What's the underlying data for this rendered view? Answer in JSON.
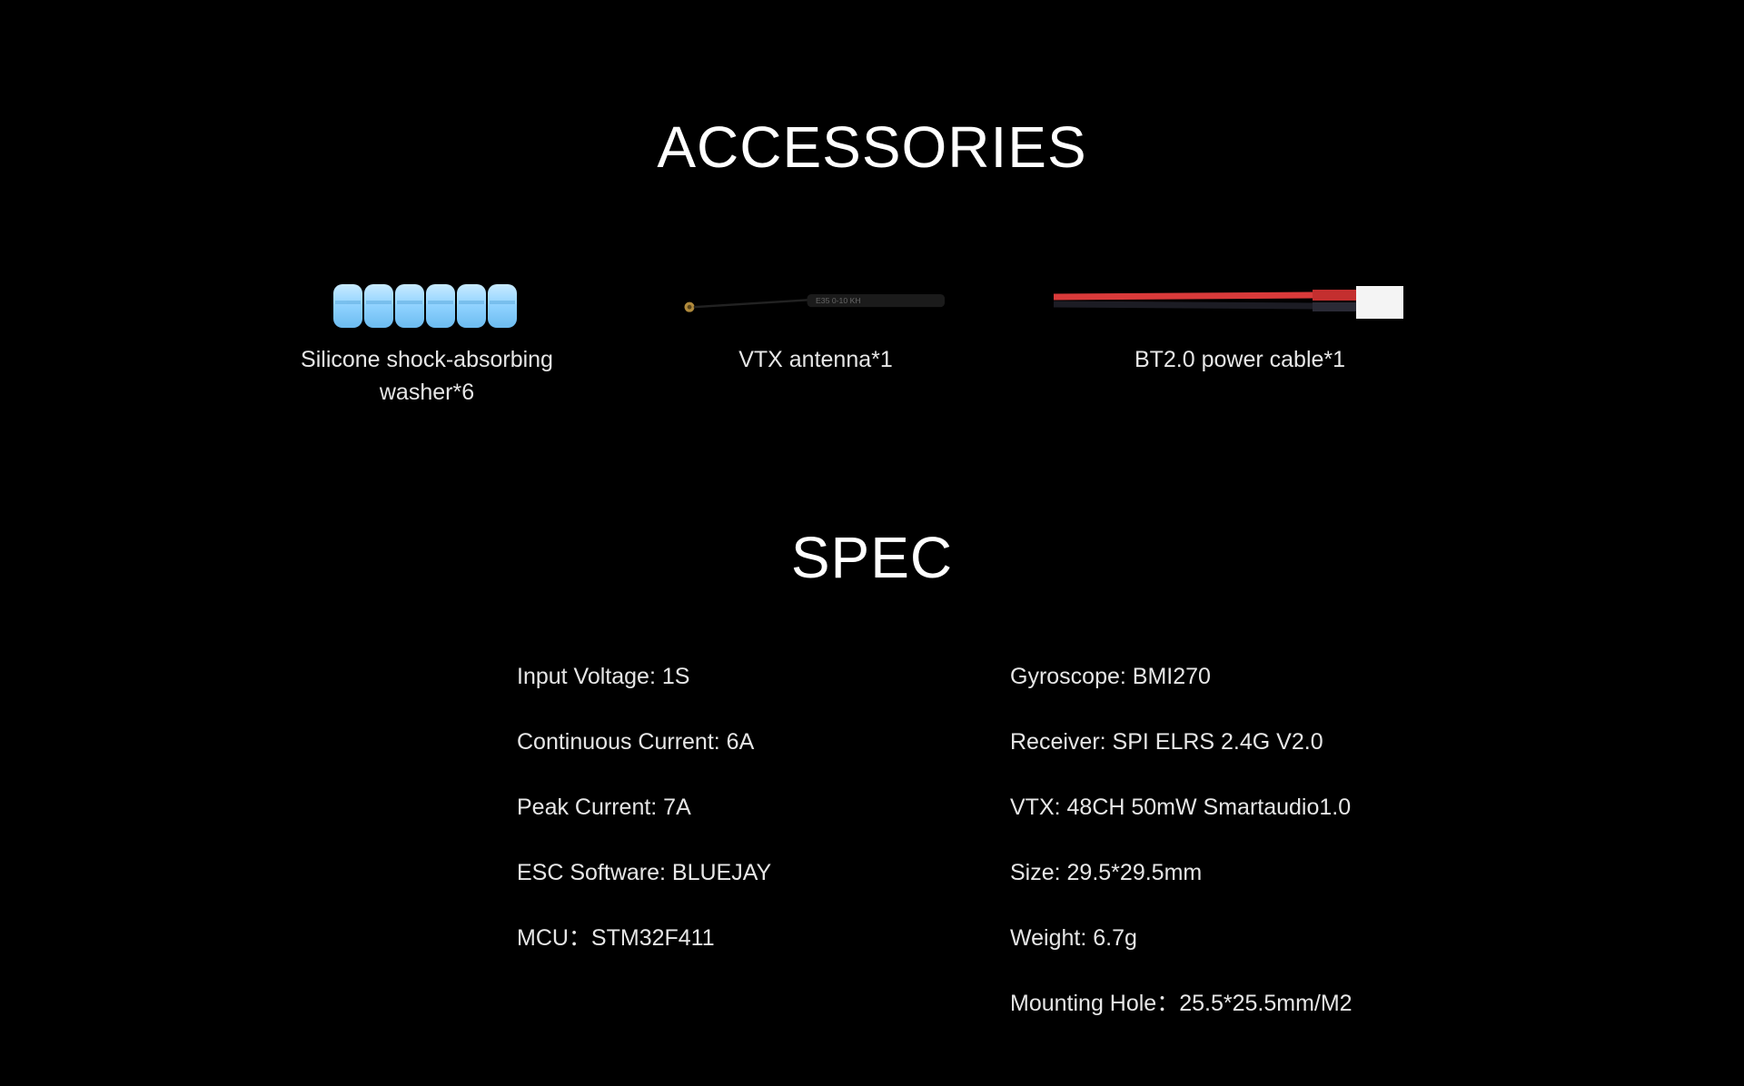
{
  "accessories": {
    "title": "ACCESSORIES",
    "items": [
      {
        "icon": "silicone-washer-icon",
        "caption_line1": "Silicone shock-absorbing",
        "caption_line2": "washer*6"
      },
      {
        "icon": "vtx-antenna-icon",
        "caption": "VTX antenna*1"
      },
      {
        "icon": "power-cable-icon",
        "caption": "BT2.0 power cable*1"
      }
    ]
  },
  "spec": {
    "title": "SPEC",
    "left": [
      "Input Voltage: 1S",
      "Continuous Current: 6A",
      "Peak Current: 7A",
      "ESC Software: BLUEJAY",
      "MCU：STM32F411"
    ],
    "right": [
      "Gyroscope: BMI270",
      "Receiver: SPI ELRS 2.4G V2.0",
      "VTX: 48CH 50mW Smartaudio1.0",
      "Size: 29.5*29.5mm",
      "Weight: 6.7g",
      "Mounting Hole：25.5*25.5mm/M2"
    ]
  },
  "colors": {
    "background": "#000000",
    "title": "#ffffff",
    "text": "#e6e6e6",
    "washer": "#9fd9ff",
    "cable_red": "#d93a3a",
    "cable_black": "#1a1a1a",
    "connector": "#f4f4f4"
  }
}
